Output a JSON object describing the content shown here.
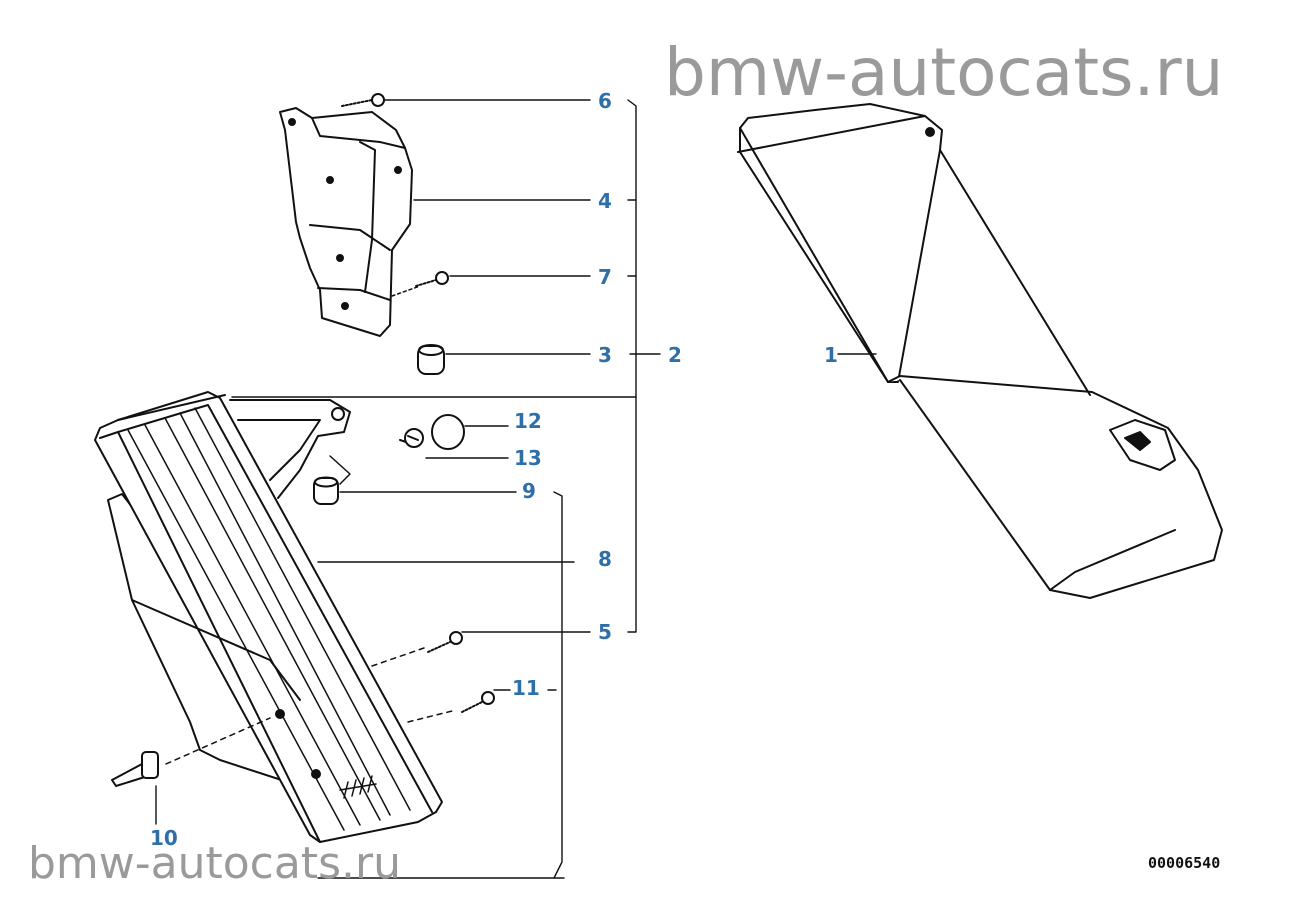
{
  "watermark": {
    "top": "bmw-autocats.ru",
    "bottom": "bmw-autocats.ru",
    "color": "#9a9a9a"
  },
  "drawing_number": "00006540",
  "callout_color": "#2f6fa8",
  "callouts": {
    "c1": "1",
    "c2": "2",
    "c3": "3",
    "c4": "4",
    "c5": "5",
    "c6": "6",
    "c7": "7",
    "c8": "8",
    "c9": "9",
    "c10": "10",
    "c11": "11",
    "c12": "12",
    "c13": "13"
  }
}
